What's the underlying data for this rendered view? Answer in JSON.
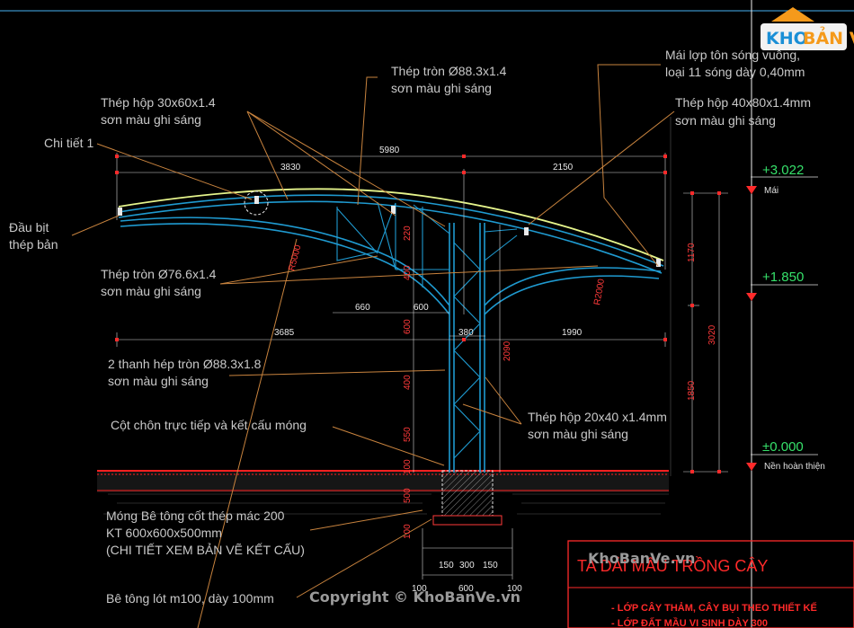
{
  "annotations": {
    "ong_tron_top": [
      "Thép tròn Ø88.3x1.4",
      "sơn màu ghi sáng"
    ],
    "mai_lop": [
      "Mái lợp tôn sóng vuông,",
      "loại 11 sóng dày 0,40mm"
    ],
    "hop_30x60": [
      "Thép hộp 30x60x1.4",
      "sơn màu ghi sáng"
    ],
    "hop_40x80": [
      "Thép hộp 40x80x1.4mm",
      "sơn màu ghi sáng"
    ],
    "chi_tiet": "Chi tiết 1",
    "dau_bit": [
      "Đầu bịt",
      "thép bản"
    ],
    "ong_tron_76": [
      "Thép tròn Ø76.6x1.4",
      "sơn màu ghi sáng"
    ],
    "hai_thanh": [
      "2 thanh hép tròn Ø88.3x1.8",
      "sơn màu ghi sáng"
    ],
    "cot_chon": "Cột chôn trực tiếp và kết cấu móng",
    "hop_20x40": [
      "Thép hộp 20x40 x1.4mm",
      "sơn màu ghi sáng"
    ],
    "mong": [
      "Móng Bê tông cốt thép mác 200",
      "KT 600x600x500mm",
      "(CHI TIẾT XEM BẢN VẼ KẾT CẤU)"
    ],
    "be_tong_lot": "Bê tông lót m100, dày 100mm"
  },
  "dimensions": {
    "overall": "5980",
    "left_top": "3830",
    "right_top": "2150",
    "v220": "220",
    "v400a": "400",
    "h660": "660",
    "h600": "600",
    "v600": "600",
    "left_mid": "3685",
    "h380": "380",
    "right_mid": "1990",
    "v2090": "2090",
    "v400b": "400",
    "v550": "550",
    "v100a": "100",
    "v500": "500",
    "v100b": "100",
    "r5000": "R5000",
    "r2000": "R2000",
    "b150a": "150",
    "b300": "300",
    "b150b": "150",
    "b100a": "100",
    "b600": "600",
    "b100b": "100",
    "right_1170": "1170",
    "right_3020": "3020",
    "right_1850": "1850"
  },
  "levels": {
    "top": "+3.022",
    "top_label": "Mái",
    "mid": "+1.850",
    "ground": "±0.000",
    "ground_label": "Nền hoàn thiện"
  },
  "title_block": {
    "title": "TA  DẢI MẦU TRỒNG CÂY",
    "line1": "- LỚP CÂY THẢM, CÂY BỤI THEO THIẾT KẾ",
    "line2": "- LỚP ĐẤT MẦU VI SINH DÀY 300"
  },
  "watermark": {
    "site": "KhoBanVe.vn",
    "copyright": "Copyright © KhoBanVe.vn",
    "logo_a": "KHO",
    "logo_b": "BẢN VẼ"
  },
  "colors": {
    "steel": "#1f9ad0",
    "roof": "#e6f58c",
    "leader": "#c8833e",
    "dimension": "#ff2a2a",
    "level": "#36e06a",
    "ground": "#ff2020"
  }
}
